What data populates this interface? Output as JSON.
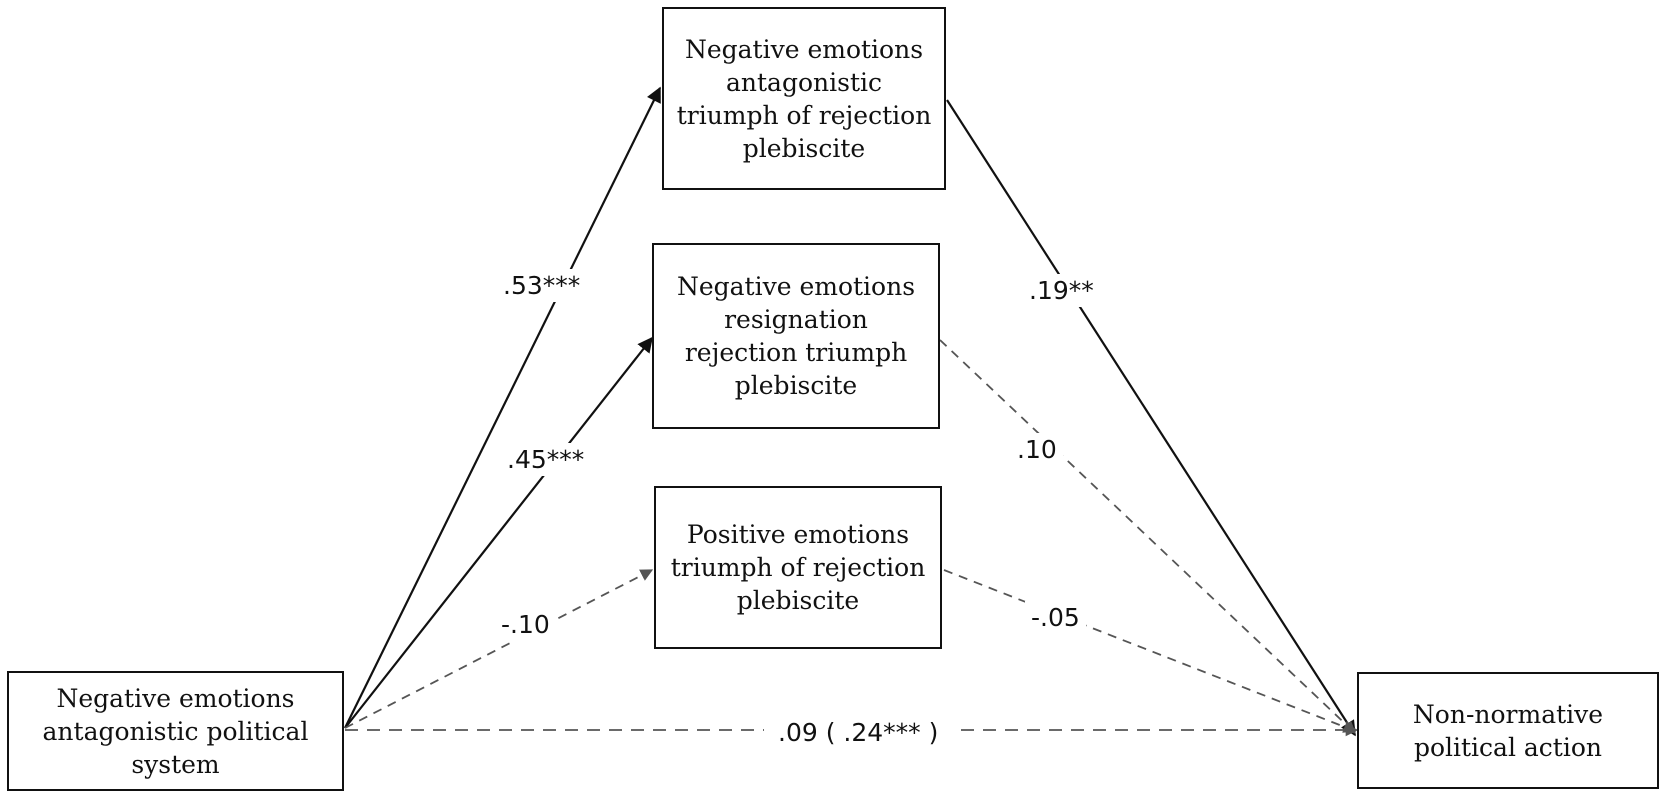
{
  "nodes": {
    "predictor": {
      "label": "Negative emotions\nantagonistic political\nsystem"
    },
    "mediator1": {
      "label": "Negative emotions\nantagonistic\ntriumph of rejection\nplebiscite"
    },
    "mediator2": {
      "label": "Negative emotions\nresignation\nrejection triumph\nplebiscite"
    },
    "mediator3": {
      "label": "Positive emotions\ntriumph of rejection\nplebiscite"
    },
    "outcome": {
      "label": "Non-normative\npolitical action"
    }
  },
  "paths": {
    "a1": {
      "label": ".53***",
      "style": "solid"
    },
    "a2": {
      "label": ".45***",
      "style": "solid"
    },
    "a3": {
      "label": "-.10",
      "style": "dashed"
    },
    "b1": {
      "label": ".19**",
      "style": "solid"
    },
    "b2": {
      "label": ".10",
      "style": "dashed"
    },
    "b3": {
      "label": "-.05",
      "style": "dashed"
    },
    "c": {
      "label": ".09 ( .24*** )",
      "style": "dashed"
    }
  },
  "colors": {
    "solid_line": "#111111",
    "dashed_line": "#555555",
    "text": "#111111"
  }
}
